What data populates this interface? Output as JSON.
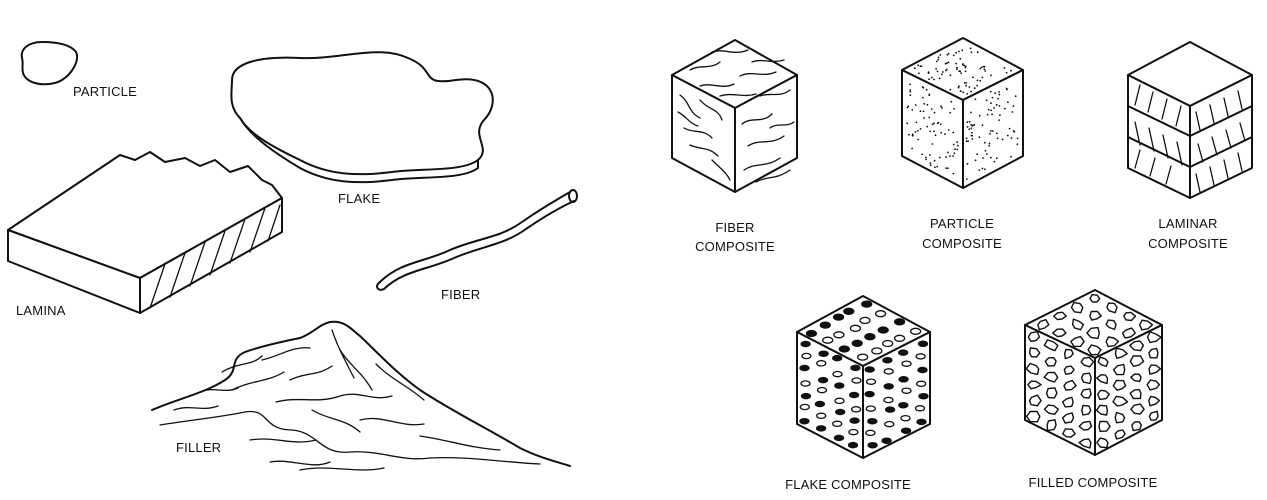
{
  "constituents": {
    "particle": "PARTICLE",
    "flake": "FLAKE",
    "lamina": "LAMINA",
    "fiber": "FIBER",
    "filler": "FILLER"
  },
  "composites": {
    "fiber": [
      "FIBER",
      "COMPOSITE"
    ],
    "particle": [
      "PARTICLE",
      "COMPOSITE"
    ],
    "laminar": [
      "LAMINAR",
      "COMPOSITE"
    ],
    "flake": "FLAKE COMPOSITE",
    "filled": "FILLED COMPOSITE"
  }
}
